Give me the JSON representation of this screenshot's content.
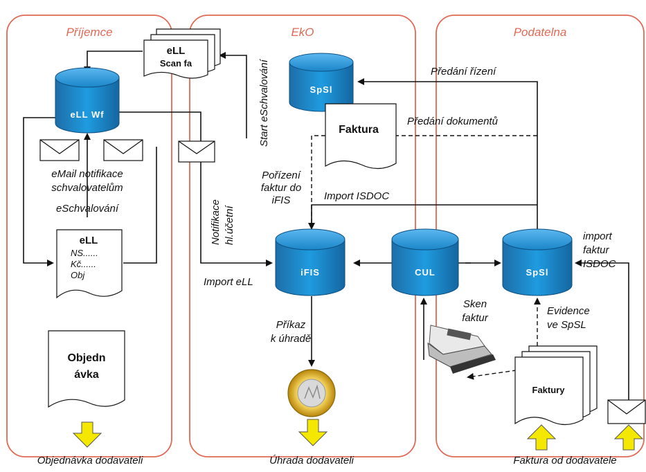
{
  "lanes": {
    "prijemce": "Příjemce",
    "eko": "EkO",
    "podatelna": "Podatelna"
  },
  "nodes": {
    "ell_scan_1": "eLL",
    "ell_scan_2": "Scan fa",
    "ell_wf": "eLL Wf",
    "spsl_1": "SpSl",
    "faktura": "Faktura",
    "ell_doc": "eLL",
    "ell_doc_ns": "NS......",
    "ell_doc_kc": "Kč......",
    "ell_doc_obj": "Obj",
    "objednavka_1": "Objedn",
    "objednavka_2": "ávka",
    "ifis": "iFIS",
    "cul": "CUL",
    "spsl_2": "SpSl",
    "faktury": "Faktury"
  },
  "labels": {
    "email_notifikace_1": "eMail notifikace",
    "email_notifikace_2": "schvalovatelům",
    "eschvalovani": "eSchvalování",
    "start_eschvalovani": "Start eSchvalování",
    "notifikace_1": "Notifikace",
    "notifikace_2": "hl.účetní",
    "import_ell": "Import eLL",
    "porizeni_1": "Pořízení",
    "porizeni_2": "faktur do",
    "porizeni_3": "iFIS",
    "import_isdoc": "Import ISDOC",
    "predani_rizeni": "Předání řízení",
    "predani_dokumentu": "Předání dokumentů",
    "prikaz_1": "Příkaz",
    "prikaz_2": "k úhradě",
    "sken_1": "Sken",
    "sken_2": "faktur",
    "evidence_1": "Evidence",
    "evidence_2": "ve SpSL",
    "import_faktur_1": "import",
    "import_faktur_2": "faktur",
    "import_faktur_3": "ISDOC",
    "objednavka_dodavateli": "Objednávka dodavateli",
    "uhrada_dodavateli": "Úhrada dodavateli",
    "faktura_od_dodavatele": "Faktura od dodavatele"
  },
  "colors": {
    "lane_border": "#e06a55",
    "lane_title": "#e06a55",
    "database": "#1f9be0",
    "arrow_fill": "#f4e800"
  },
  "icons": [
    "envelope-icon",
    "scanner-icon",
    "euro-coin-icon",
    "yellow-arrow-down-icon",
    "yellow-arrow-up-icon"
  ]
}
